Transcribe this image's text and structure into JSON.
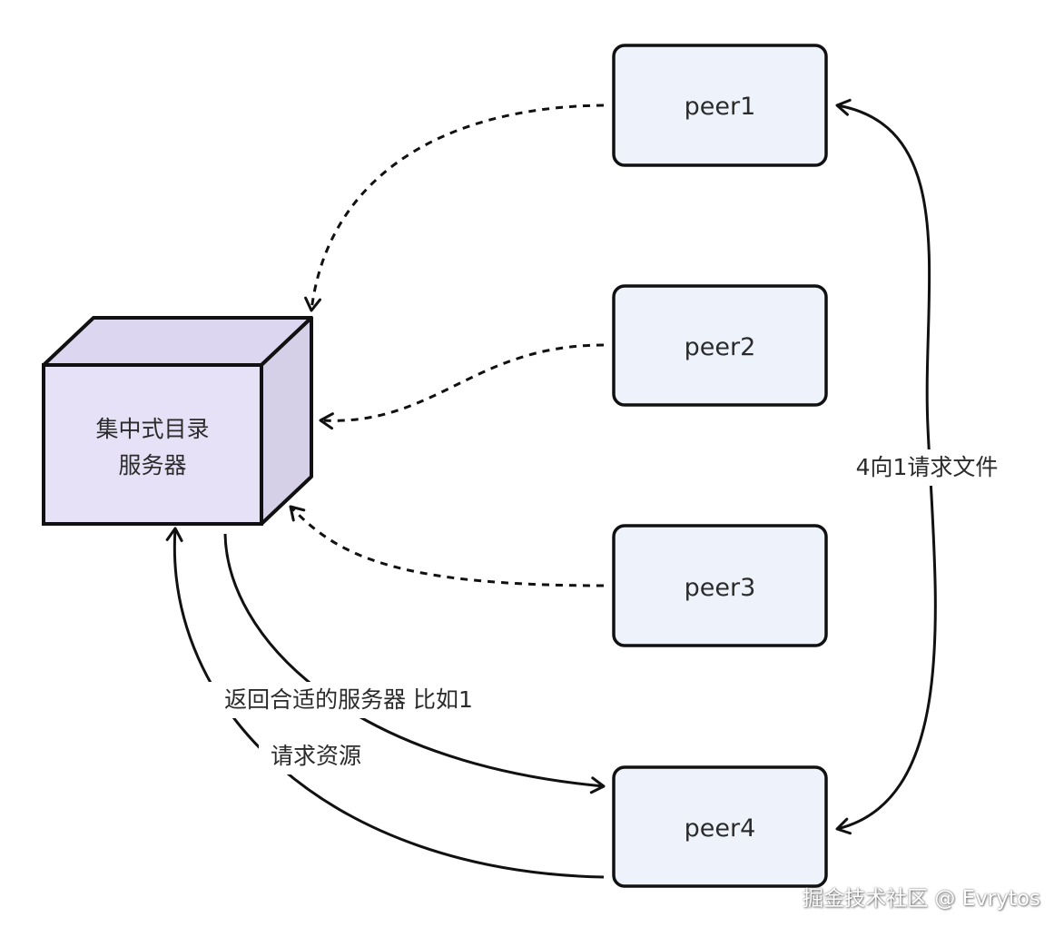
{
  "nodes": {
    "server": {
      "label_lines": [
        "集中式目录",
        "服务器"
      ]
    },
    "peer1": {
      "label": "peer1"
    },
    "peer2": {
      "label": "peer2"
    },
    "peer3": {
      "label": "peer3"
    },
    "peer4": {
      "label": "peer4"
    }
  },
  "edges": {
    "peer4_to_peer1": {
      "label": "4向1请求文件"
    },
    "server_to_peer4": {
      "label": "返回合适的服务器 比如1"
    },
    "peer4_to_server": {
      "label": "请求资源"
    }
  },
  "watermark": "掘金技术社区 @ Evrytos",
  "colors": {
    "peer_fill": "#eef2fb",
    "server_front": "#e6e1f7",
    "server_top": "#ddd6f0",
    "server_side": "#d5d0e8",
    "stroke": "#111111"
  }
}
